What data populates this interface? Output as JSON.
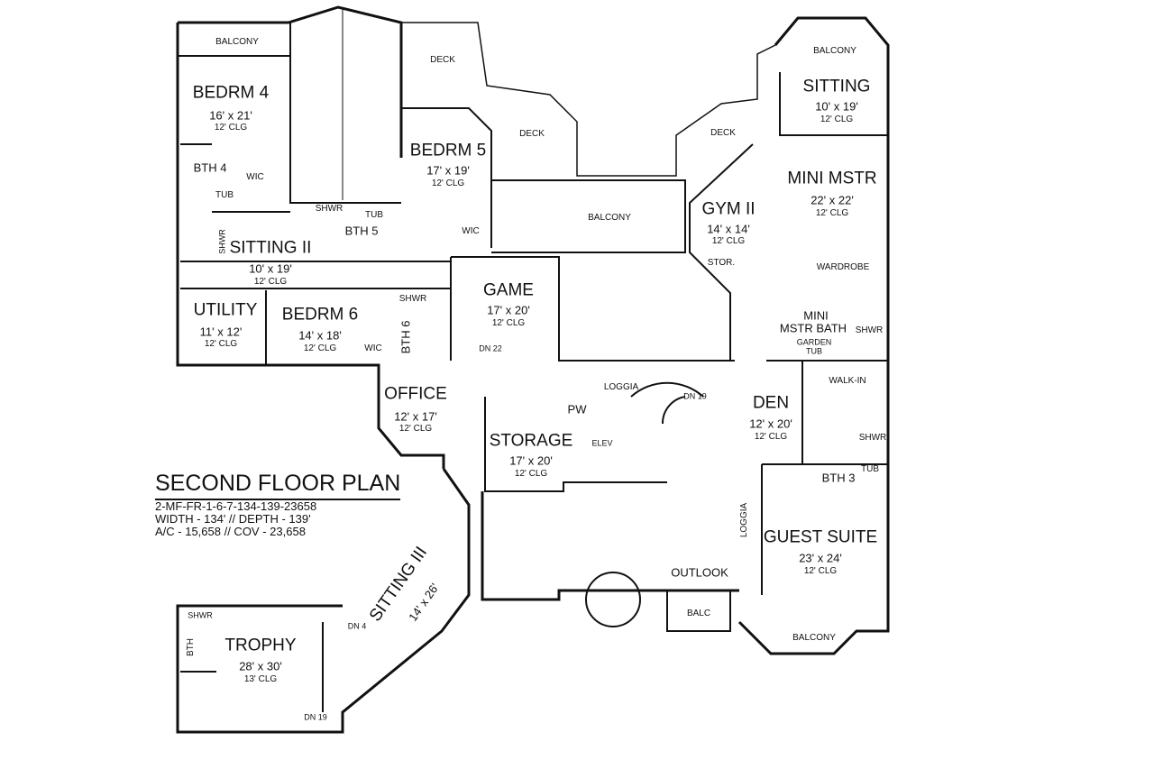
{
  "title_block": {
    "title": "SECOND FLOOR PLAN",
    "plan_number": "2-MF-FR-1-6-7-134-139-23658",
    "dimensions": "WIDTH - 134' // DEPTH - 139'",
    "area": "A/C - 15,658 // COV - 23,658"
  },
  "rooms": {
    "bedrm4": {
      "name": "BEDRM 4",
      "size": "16' x 21'",
      "ceiling": "12' CLG"
    },
    "bedrm5": {
      "name": "BEDRM 5",
      "size": "17' x 19'",
      "ceiling": "12' CLG"
    },
    "bedrm6": {
      "name": "BEDRM 6",
      "size": "14' x 18'",
      "ceiling": "12' CLG"
    },
    "sitting2": {
      "name": "SITTING II",
      "size": "10' x 19'",
      "ceiling": "12' CLG"
    },
    "sitting": {
      "name": "SITTING",
      "size": "10' x 19'",
      "ceiling": "12' CLG"
    },
    "mini_mstr": {
      "name": "MINI MSTR",
      "size": "22' x 22'",
      "ceiling": "12' CLG"
    },
    "gym2": {
      "name": "GYM II",
      "size": "14' x 14'",
      "ceiling": "12' CLG"
    },
    "utility": {
      "name": "UTILITY",
      "size": "11' x 12'",
      "ceiling": "12' CLG"
    },
    "game": {
      "name": "GAME",
      "size": "17' x 20'",
      "ceiling": "12' CLG"
    },
    "office": {
      "name": "OFFICE",
      "size": "12' x 17'",
      "ceiling": "12' CLG"
    },
    "storage": {
      "name": "STORAGE",
      "size": "17' x 20'",
      "ceiling": "12' CLG"
    },
    "den": {
      "name": "DEN",
      "size": "12' x 20'",
      "ceiling": "12' CLG"
    },
    "guest_suite": {
      "name": "GUEST SUITE",
      "size": "23' x 24'",
      "ceiling": "12' CLG"
    },
    "sitting3": {
      "name": "SITTING III",
      "size": "14' x 26'"
    },
    "trophy": {
      "name": "TROPHY",
      "size": "28' x 30'",
      "ceiling": "13' CLG"
    }
  },
  "small_labels": {
    "balcony_tl": "BALCONY",
    "deck1": "DECK",
    "deck2": "DECK",
    "deck3": "DECK",
    "bth4": "BTH 4",
    "wic4": "WIC",
    "tub4": "TUB",
    "shwr4": "SHWR",
    "shwr5": "SHWR",
    "tub5": "TUB",
    "bth5": "BTH 5",
    "wic5": "WIC",
    "balcony_mid": "BALCONY",
    "balcony_tr": "BALCONY",
    "stor": "STOR.",
    "wardrobe": "WARDROBE",
    "mini": "MINI",
    "mstr_bath": "MSTR BATH",
    "garden": "GARDEN",
    "tub_g": "TUB",
    "shwr_m": "SHWR",
    "wic6": "WIC",
    "shwr6": "SHWR",
    "bth6": "BTH 6",
    "dn22": "DN 22",
    "loggia1": "LOGGIA",
    "dn19a": "DN 19",
    "pw": "PW",
    "elev": "ELEV",
    "walkin": "WALK-IN",
    "shwr3": "SHWR",
    "bth3": "BTH 3",
    "tub3": "TUB",
    "loggia2": "LOGGIA",
    "outlook": "OUTLOOK",
    "balc": "BALC",
    "balcony_br": "BALCONY",
    "shwr_t": "SHWR",
    "bth_t": "BTH",
    "dn4": "DN 4",
    "dn19b": "DN 19"
  }
}
